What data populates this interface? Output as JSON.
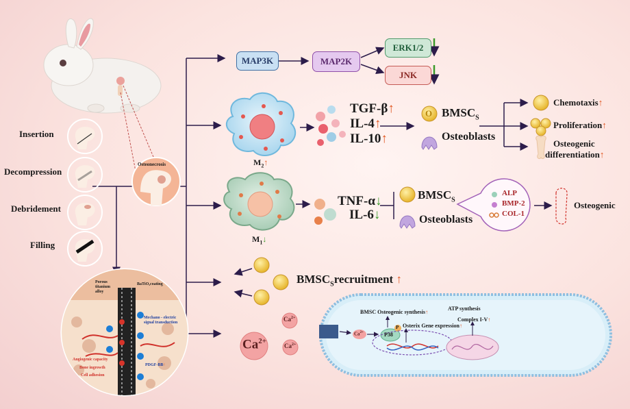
{
  "procedure": {
    "steps": [
      "Insertion",
      "Decompression",
      "Debridement",
      "Filling"
    ],
    "osteonecrosis_label": "Osteonecrosis"
  },
  "implant": {
    "porous_label": "Porous titanium alloy",
    "coating_label": "BaTiO₃coating",
    "mechano_label": "Mechano - electric signal transduction",
    "angiogenic_label": "Angiogenic capacity",
    "bone_label": "Bone ingrowth",
    "cell_label": "Cell adhesion",
    "pdgf_label": "PDGF-BB"
  },
  "mapk": {
    "map3k": "MAP3K",
    "map2k": "MAP2K",
    "erk": "ERK1/2",
    "jnk": "JNK"
  },
  "m2_branch": {
    "cell_label": "M",
    "cell_sub": "2",
    "cytokines": [
      "TGF-β",
      "IL-4",
      "IL-10"
    ],
    "bmsc": "BMSC",
    "bmsc_sub": "S",
    "osteoblasts": "Osteoblasts",
    "outcomes": [
      "Chemotaxis",
      "Proliferation",
      "Osteogenic",
      "differentiation"
    ]
  },
  "m1_branch": {
    "cell_label": "M",
    "cell_sub": "1",
    "cytokines": [
      "TNF-α",
      "IL-6"
    ],
    "bmsc": "BMSC",
    "bmsc_sub": "S",
    "osteoblasts": "Osteoblasts",
    "markers": [
      "ALP",
      "BMP-2",
      "COL-1"
    ],
    "result": "Osteogenic"
  },
  "recruit": {
    "label": "BMSC",
    "sub": "S",
    "tail": "recruitment"
  },
  "calcium": {
    "ion": "Ca",
    "charge": "2+",
    "channel_label": "Ca",
    "p38": "P38",
    "p": "P",
    "bmsc_synth": "BMSC Osteogenic synthesis",
    "osterix": "Osterix Gene expression",
    "atp": "ATP synthesis",
    "complex": "Complex I-V"
  },
  "colors": {
    "up_arrow": "#e0551f",
    "down_arrow": "#3a9a2a",
    "accent_purple": "#5c2a6e"
  }
}
